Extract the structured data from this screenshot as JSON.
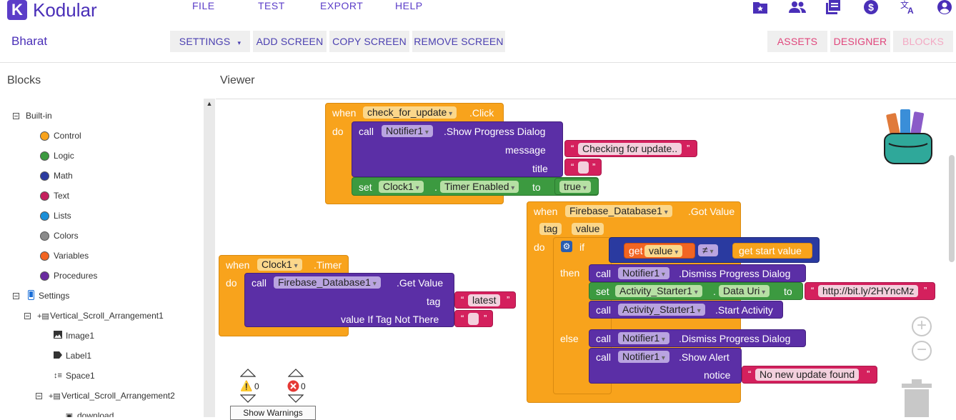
{
  "app": {
    "logo_letter": "K",
    "name": "Kodular"
  },
  "menu": [
    "FILE",
    "TEST",
    "EXPORT",
    "HELP"
  ],
  "top_icons": [
    "star-folder-icon",
    "users-icon",
    "library-icon",
    "dollar-icon",
    "translate-icon",
    "account-icon"
  ],
  "project": {
    "name": "Bharat"
  },
  "toolbar": {
    "settings": "SETTINGS",
    "settings_caret": "▾",
    "add_screen": "ADD SCREEN",
    "copy_screen": "COPY SCREEN",
    "remove_screen": "REMOVE SCREEN",
    "assets": "ASSETS",
    "designer": "DESIGNER",
    "blocks": "BLOCKS"
  },
  "panels": {
    "blocks": "Blocks",
    "viewer": "Viewer"
  },
  "tree": {
    "builtin": "Built-in",
    "builtin_items": [
      {
        "label": "Control",
        "color": "#f8a31c"
      },
      {
        "label": "Logic",
        "color": "#3c9a40"
      },
      {
        "label": "Math",
        "color": "#2a3aa0"
      },
      {
        "label": "Text",
        "color": "#c51f5d"
      },
      {
        "label": "Lists",
        "color": "#1b8fd8"
      },
      {
        "label": "Colors",
        "color": "#8a8a8a"
      },
      {
        "label": "Variables",
        "color": "#f26522"
      },
      {
        "label": "Procedures",
        "color": "#6a2ba0"
      }
    ],
    "settings": "Settings",
    "vsa1": "Vertical_Scroll_Arrangement1",
    "image1": "Image1",
    "label1": "Label1",
    "space1": "Space1",
    "vsa2": "Vertical_Scroll_Arrangement2",
    "download": "download"
  },
  "blocks": {
    "b1": {
      "when": "when",
      "component": "check_for_update",
      "event": ".Click",
      "do": "do",
      "call": "call",
      "notifier": "Notifier1",
      "method": ".Show Progress Dialog",
      "message_label": "message",
      "message_value": "Checking for update..",
      "title_label": "title",
      "title_value": "",
      "set": "set",
      "clock": "Clock1",
      "dot": ".",
      "prop": "Timer Enabled",
      "to": "to",
      "bool": "true"
    },
    "b2": {
      "when": "when",
      "component": "Clock1",
      "event": ".Timer",
      "do": "do",
      "call": "call",
      "db": "Firebase_Database1",
      "method": ".Get Value",
      "tag_label": "tag",
      "tag_value": "latest",
      "default_label": "value If Tag Not There",
      "default_value": ""
    },
    "b3": {
      "when": "when",
      "component": "Firebase_Database1",
      "event": ".Got Value",
      "param_tag": "tag",
      "param_value": "value",
      "do": "do",
      "if": "if",
      "get": "get",
      "get_var": "value",
      "neq": "≠",
      "start_value": "get start value",
      "then": "then",
      "else": "else",
      "call": "call",
      "notifier": "Notifier1",
      "dismiss": ".Dismiss Progress Dialog",
      "set": "set",
      "activity": "Activity_Starter1",
      "dot": ".",
      "data_uri": "Data Uri",
      "to": "to",
      "url": "http://bit.ly/2HYncMz",
      "start_activity": ".Start Activity",
      "show_alert": ".Show Alert",
      "notice_label": "notice",
      "notice_value": "No new update found"
    }
  },
  "warnings": {
    "warn_count": "0",
    "error_count": "0",
    "button": "Show Warnings"
  },
  "colors": {
    "brand": "#5b3dc8",
    "event": "#f8a31c",
    "component": "#5b2fa6",
    "setter": "#3c9a40",
    "text": "#d4205d"
  }
}
